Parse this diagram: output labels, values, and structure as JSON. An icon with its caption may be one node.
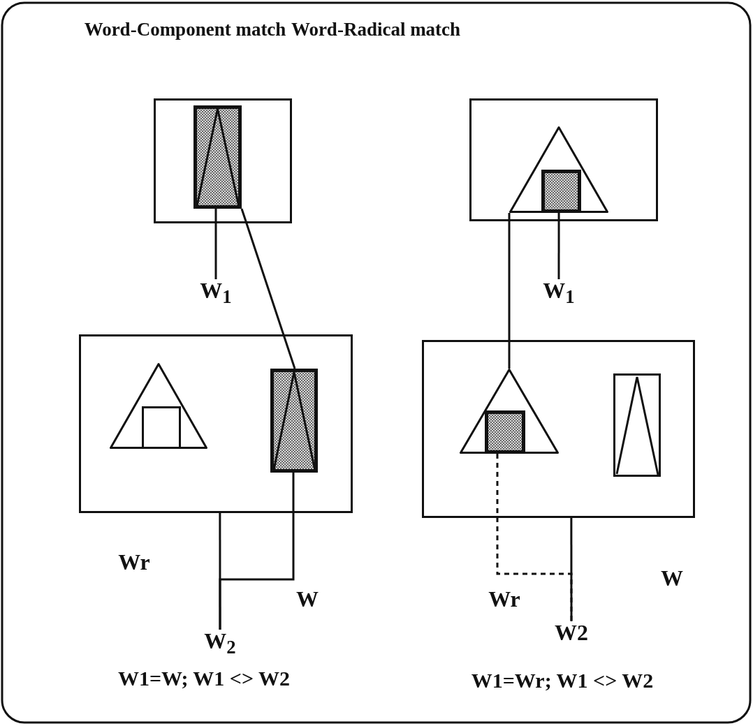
{
  "diagram": {
    "nodes": [
      {
        "text": [],
        "shape": "box"
      },
      {
        "text": [],
        "shape": "box",
        "in": 0
      },
      {
        "text": [],
        "shape": "box"
      },
      {
        "text": [],
        "shape": "triangle",
        "in": 2
      },
      {
        "text": [],
        "shape": "box",
        "in": 3
      },
      {
        "text": [
          "W$_{1}$"
        ]
      },
      {
        "text": [
          "W$_{1}$"
        ]
      },
      {
        "text": [],
        "shape": "box"
      },
      {
        "text": [],
        "shape": "triangle",
        "in": 7
      },
      {
        "text": [],
        "shape": "box",
        "in": 8
      },
      {
        "text": [],
        "shape": "box",
        "in": 7
      },
      {
        "text": [],
        "shape": "box"
      },
      {
        "text": [],
        "shape": "triangle",
        "in": 11
      },
      {
        "text": [],
        "shape": "box",
        "in": 12
      },
      {
        "text": [],
        "shape": "box",
        "in": 11
      },
      {
        "text": [
          "W$_{2}$"
        ]
      },
      {
        "text": [
          "W2"
        ]
      }
    ],
    "edges": [
      {
        "from": 1,
        "to": 5,
        "arrow": "none"
      },
      {
        "from": 1,
        "to": 10,
        "arrow": "none"
      },
      {
        "from": 7,
        "to": 15,
        "arrow": "none"
      },
      {
        "from": 10,
        "to": 15,
        "arrow": "none"
      },
      {
        "from": 4,
        "to": 6,
        "arrow": "none"
      },
      {
        "from": 3,
        "to": 12,
        "arrow": "none"
      },
      {
        "from": 11,
        "to": 16,
        "arrow": "none"
      },
      {
        "from": 13,
        "to": 16,
        "arrow": "none",
        "style": "dashed"
      }
    ],
    "labels": [
      "Word-Component match",
      "Word-Radical match",
      "Wr",
      "W",
      "W",
      "Wr",
      "W1=W; W1 <> W2",
      "W1=Wr; W1 <> W2"
    ]
  }
}
